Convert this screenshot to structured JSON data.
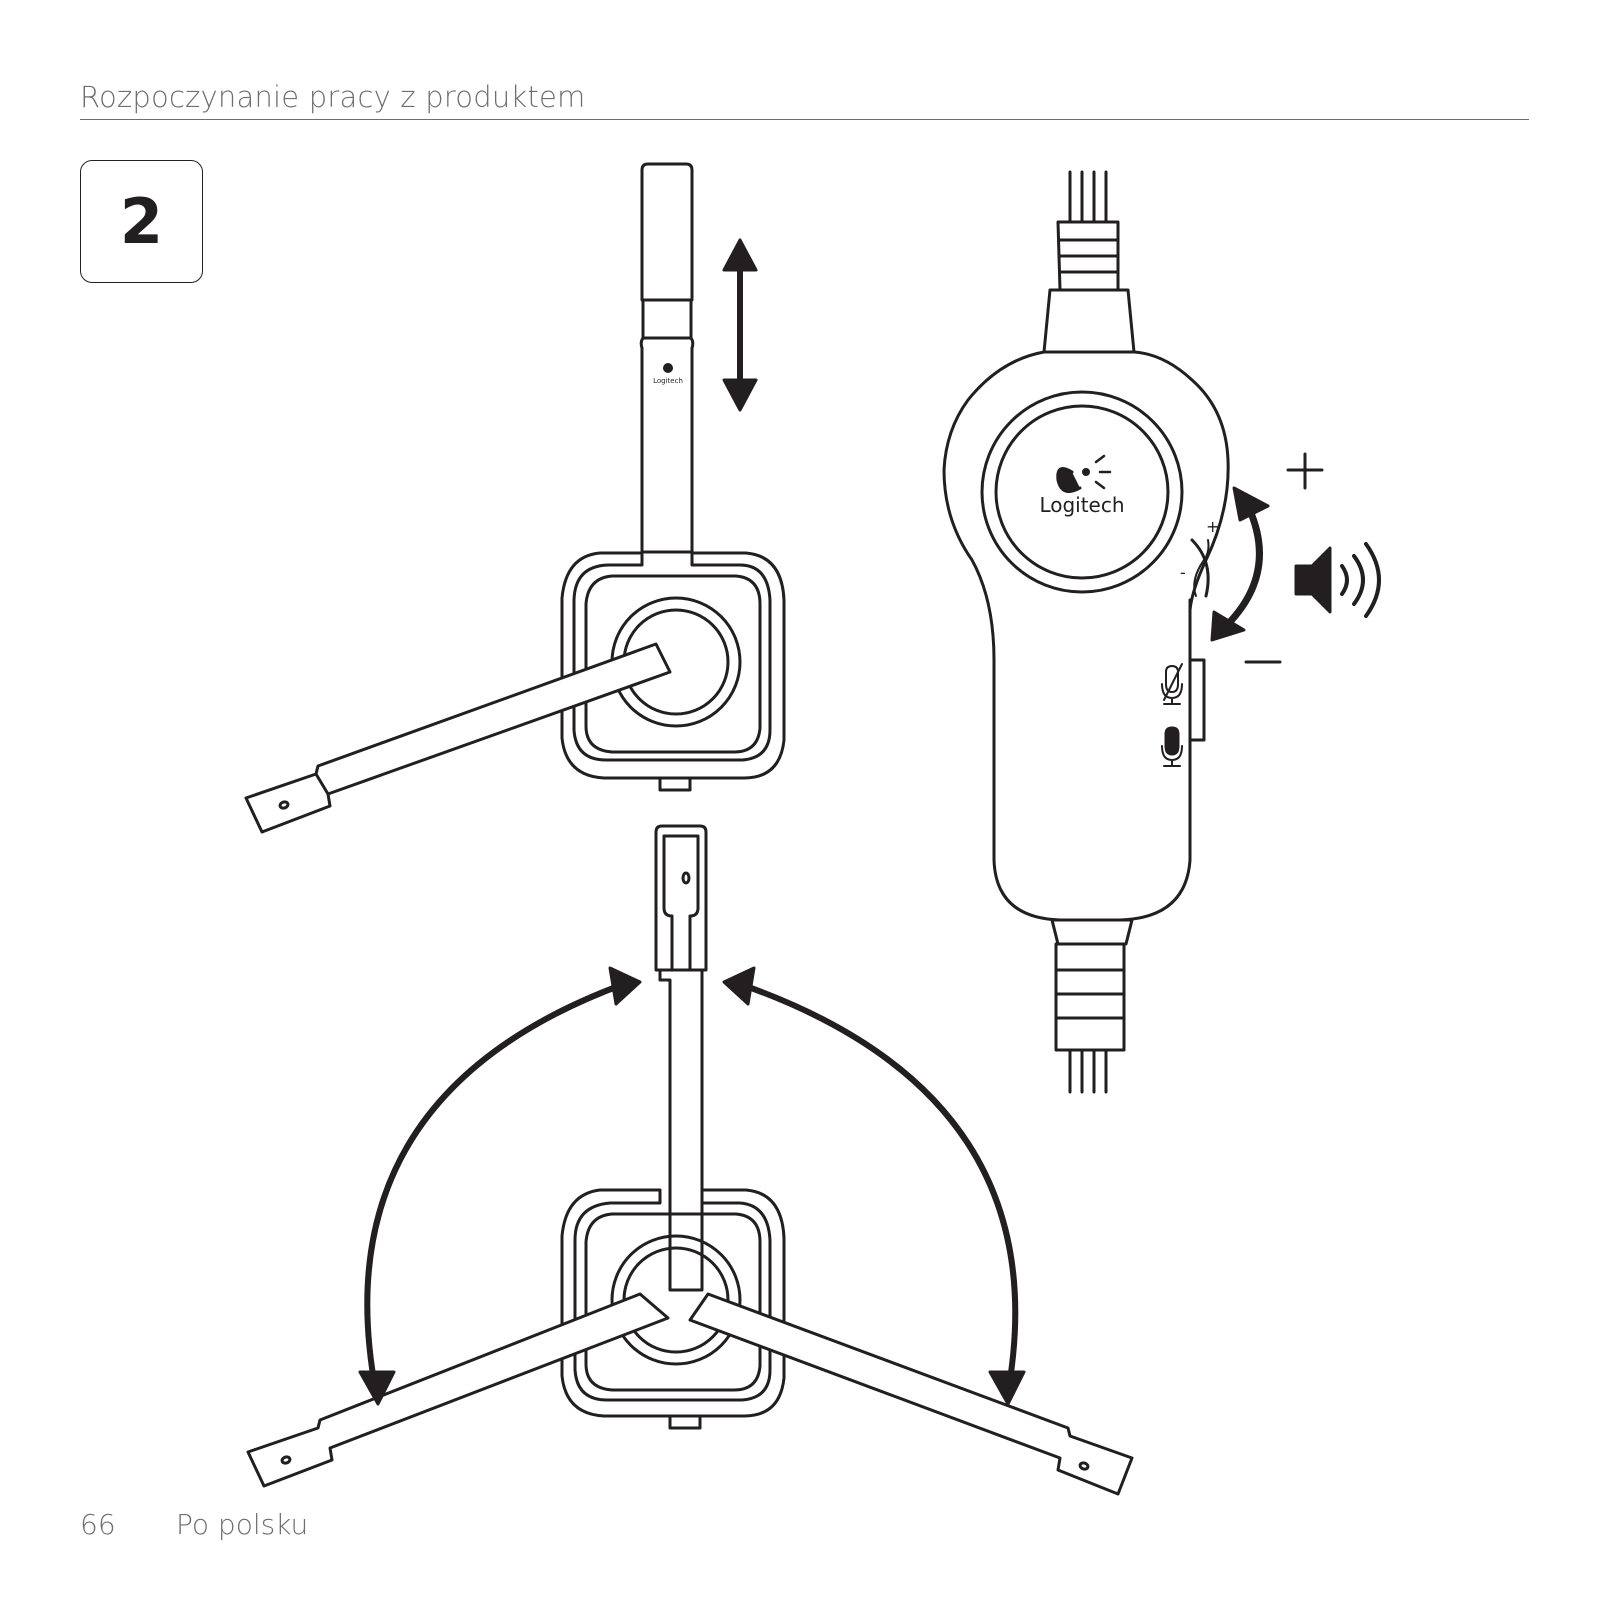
{
  "header": {
    "title": "Rozpoczynanie pracy z produktem"
  },
  "step": {
    "number": "2"
  },
  "illustration": {
    "brand_small": "Logitech",
    "brand_large": "Logitech",
    "volume_plus": "+",
    "volume_minus": "–",
    "wheel_plus": "+",
    "wheel_minus": "-"
  },
  "footer": {
    "page_number": "66",
    "language": "Po polsku"
  },
  "colors": {
    "ink": "#231f20",
    "header_gray": "#6d6e71"
  }
}
